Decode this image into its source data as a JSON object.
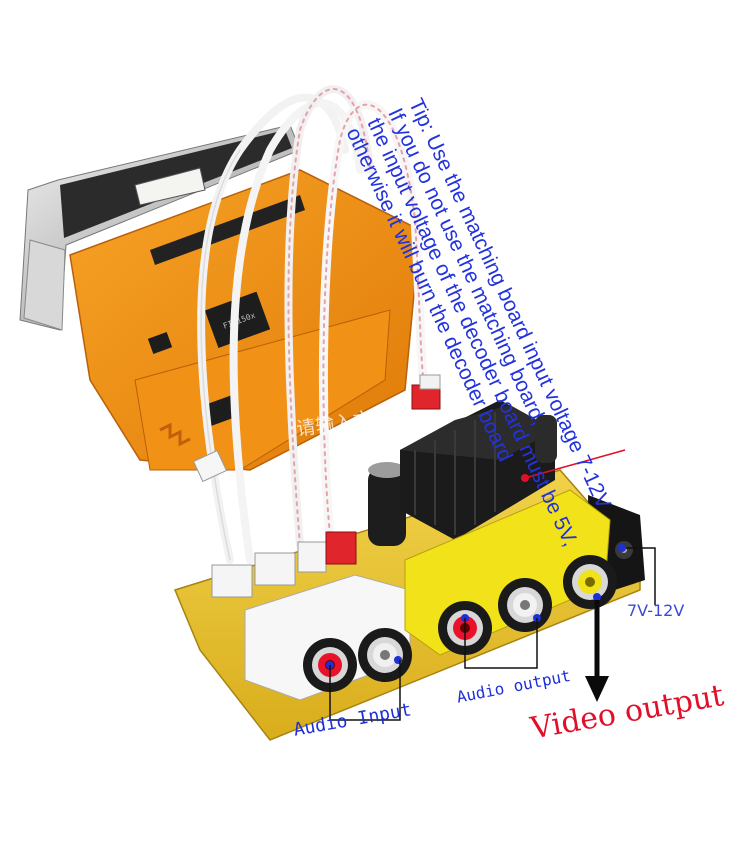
{
  "tip_lines": [
    "Tip: Use the matching board input voltage 7-12V",
    "If you do not use the matching board,",
    "the input voltage of the decoder board must be 5V,",
    "otherwise it will burn the decoder board"
  ],
  "labels": {
    "voltage": "7V-12V",
    "audio_input": "Audio Input",
    "audio_output": "Audio output",
    "video_output": "Video output",
    "chip_marking": "FIC150x",
    "watermark": "请输入文字"
  },
  "colors": {
    "pcb_orange": "#f08a12",
    "pcb_yellow": "#e8c42a",
    "annotation_blue": "#1d2fd6",
    "annotation_red": "#e0102a",
    "rca_yellow": "#f2e21a",
    "rca_red": "#e8132b"
  }
}
